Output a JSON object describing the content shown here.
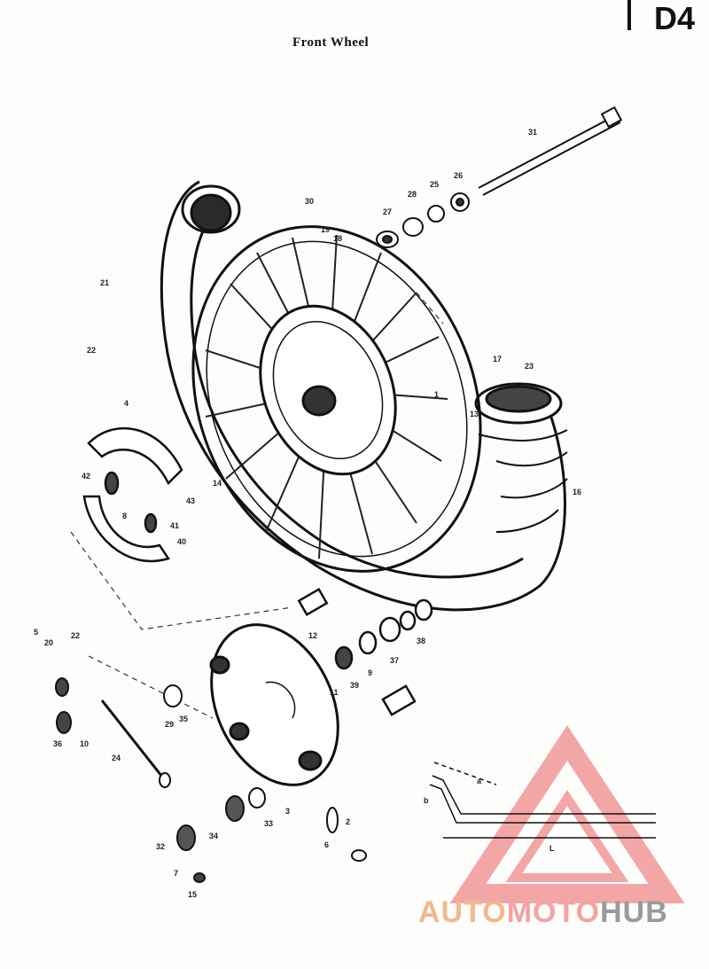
{
  "page": {
    "title": "Front Wheel",
    "code": "D4"
  },
  "watermark": {
    "part1": "AUTO",
    "part2": "MOTO",
    "part3": "HUB",
    "color1": "#f2b98a",
    "color2": "#f4a3a3",
    "color3": "#9a9a9a",
    "logo_color": "#f08a8a"
  },
  "callouts": [
    "31",
    "30",
    "27",
    "28",
    "25",
    "26",
    "19",
    "18",
    "21",
    "22",
    "4",
    "14",
    "1",
    "17",
    "23",
    "13",
    "16",
    "42",
    "8",
    "41",
    "43",
    "40",
    "12",
    "5",
    "20",
    "22",
    "29",
    "35",
    "39",
    "37",
    "9",
    "11",
    "38",
    "24",
    "32",
    "3",
    "33",
    "2",
    "36",
    "10",
    "6",
    "15",
    "34",
    "7",
    "a",
    "b",
    "L"
  ]
}
